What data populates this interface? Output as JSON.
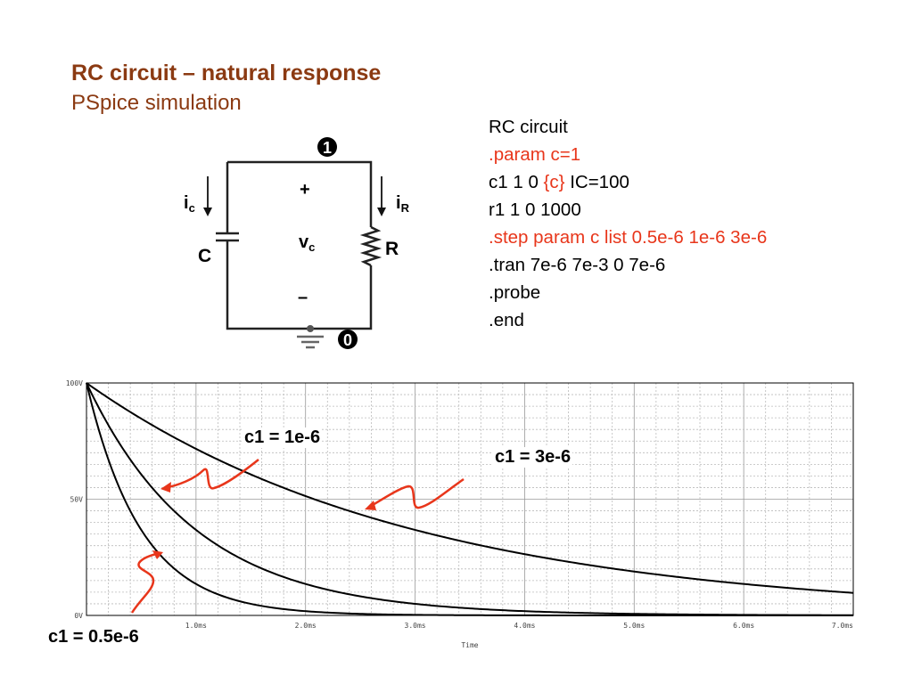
{
  "title": {
    "line1": "RC circuit – natural response",
    "line2": "PSpice simulation"
  },
  "netlist": {
    "line1": "RC circuit",
    "line2": ".param c=1",
    "line3_a": "c1 1 0 ",
    "line3_b": "{c}",
    "line3_c": " IC=100",
    "line4": "r1 1 0 1000",
    "line5": ".step param c list 0.5e-6 1e-6 3e-6",
    "line6": ".tran 7e-6 7e-3 0 7e-6",
    "line7": ".probe",
    "line8": ".end"
  },
  "circuit": {
    "node_top": "1",
    "node_bottom": "0",
    "plus": "+",
    "minus": "–",
    "vc_main": "v",
    "vc_sub": "c",
    "ic_main": "i",
    "ic_sub": "c",
    "ir_main": "i",
    "ir_sub": "R",
    "cap_label": "C",
    "res_label": "R"
  },
  "chart_data": {
    "type": "line",
    "xlabel": "Time",
    "ylabel": "",
    "xlim": [
      0,
      7.0
    ],
    "ylim": [
      0,
      100
    ],
    "x_unit": "ms",
    "x_ticks": [
      "1.0ms",
      "2.0ms",
      "3.0ms",
      "4.0ms",
      "5.0ms",
      "6.0ms",
      "7.0ms"
    ],
    "y_ticks": [
      "100V",
      "50V",
      "0V"
    ],
    "grid": true,
    "series": [
      {
        "name": "c1 = 0.5e-6",
        "tau_ms": 0.5,
        "v0": 100
      },
      {
        "name": "c1 = 1e-6",
        "tau_ms": 1.0,
        "v0": 100
      },
      {
        "name": "c1 = 3e-6",
        "tau_ms": 3.0,
        "v0": 100
      }
    ],
    "annotation_color": "#e8361b"
  }
}
